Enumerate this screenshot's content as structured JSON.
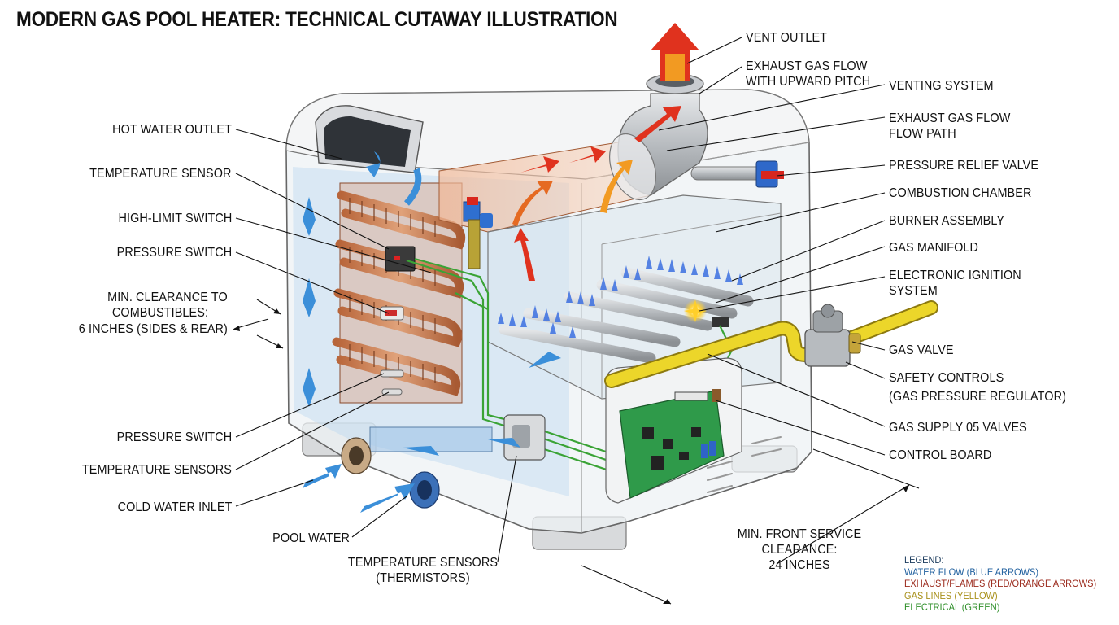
{
  "title": "MODERN GAS POOL HEATER: TECHNICAL CUTAWAY ILLUSTRATION",
  "labels_right": {
    "vent_outlet": "VENT OUTLET",
    "exhaust_pitch_1": "EXHAUST GAS FLOW",
    "exhaust_pitch_2": "WITH UPWARD PITCH",
    "venting_system": "VENTING SYSTEM",
    "exhaust_path_1": "EXHAUST GAS FLOW",
    "exhaust_path_2": "FLOW PATH",
    "pressure_relief": "PRESSURE RELIEF VALVE",
    "combustion_chamber": "COMBUSTION CHAMBER",
    "burner_assembly": "BURNER ASSEMBLY",
    "gas_manifold": "GAS MANIFOLD",
    "ignition_1": "ELECTRONIC IGNITION",
    "ignition_2": "SYSTEM",
    "gas_valve": "GAS VALVE",
    "safety_1": "SAFETY CONTROLS",
    "safety_2": "(GAS PRESSURE REGULATOR)",
    "gas_supply": "GAS SUPPLY 05 VALVES",
    "control_board": "CONTROL BOARD"
  },
  "labels_left": {
    "hot_water_outlet": "HOT WATER OUTLET",
    "temperature_sensor": "TEMPERATURE SENSOR",
    "high_limit_switch": "HIGH-LIMIT SWITCH",
    "pressure_switch_top": "PRESSURE SWITCH",
    "clearance_1": "MIN. CLEARANCE TO",
    "clearance_2": "COMBUSTIBLES:",
    "clearance_3": "6 INCHES (SIDES & REAR)",
    "pressure_switch_bottom": "PRESSURE SWITCH",
    "temperature_sensors": "TEMPERATURE SENSORS",
    "cold_water_inlet": "COLD WATER INLET",
    "pool_water": "POOL WATER"
  },
  "labels_bottom": {
    "thermistors_1": "TEMPERATURE SENSORS",
    "thermistors_2": "(THERMISTORS)",
    "front_clear_1": "MIN. FRONT SERVICE",
    "front_clear_2": "CLEARANCE:",
    "front_clear_3": "24 INCHES"
  },
  "legend": {
    "heading": "LEGEND:",
    "water": "WATER FLOW (BLUE ARROWS)",
    "exhaust": "EXHAUST/FLAMES (RED/ORANGE ARROWS)",
    "gas": "GAS LINES (YELLOW)",
    "electrical": "ELECTRICAL (GREEN)"
  },
  "colors": {
    "water": "#1f5f9e",
    "exhaust": "#9b2a1c",
    "gas": "#a8901a",
    "electrical": "#2f8f2a",
    "water_arrow": "#3b8fd9",
    "flame_red": "#e0321e",
    "flame_orange": "#f29a22",
    "gas_pipe": "#e8d21a",
    "wire": "#3aa335"
  }
}
